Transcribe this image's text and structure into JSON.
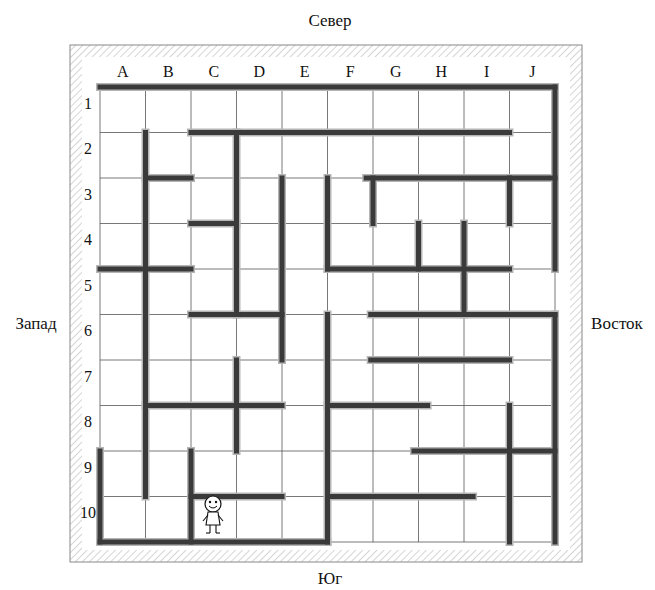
{
  "diagram": {
    "labels": [
      "Север",
      "A",
      "B",
      "C",
      "D",
      "E",
      "F",
      "G",
      "H",
      "I",
      "J",
      "1",
      "2",
      "3",
      "4",
      "5",
      "6",
      "7",
      "8",
      "9",
      "10",
      "Запад",
      "Восток",
      "Юг"
    ]
  }
}
